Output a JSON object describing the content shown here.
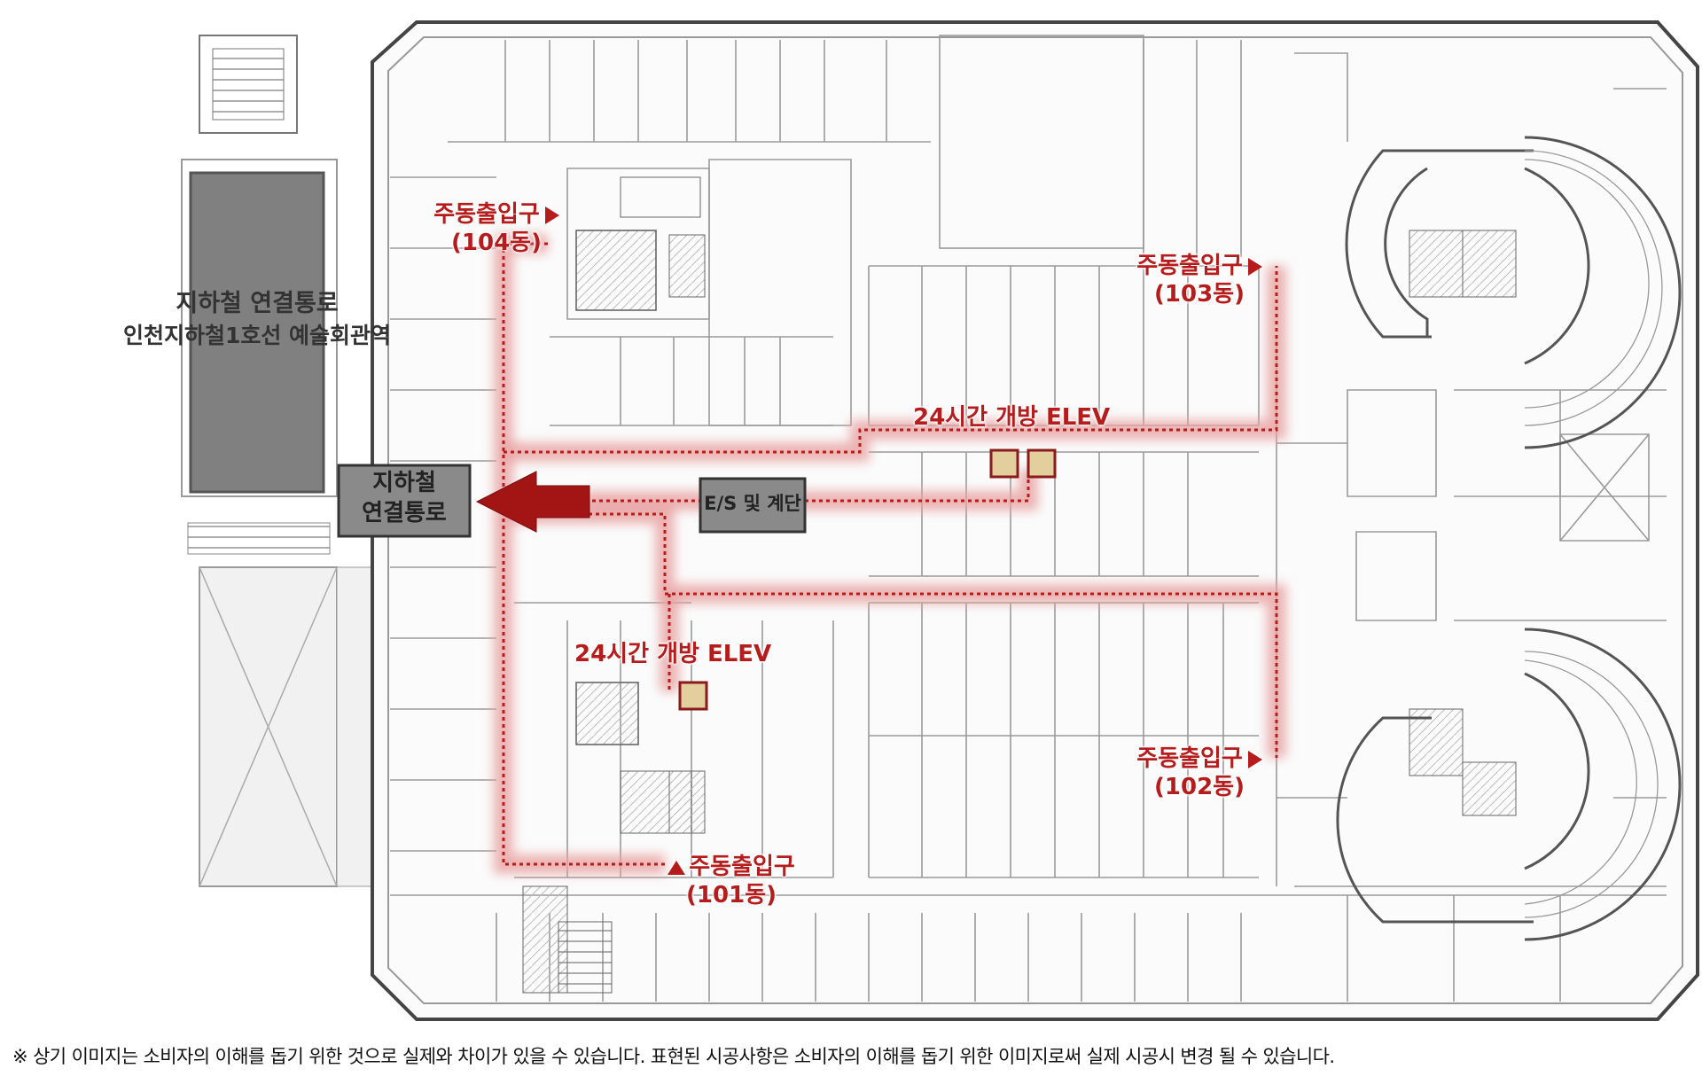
{
  "labels": {
    "subway_station": "지하철 연결통로",
    "subway_line": "인천지하철1호선 예술회관역",
    "subway_passage_box": [
      "지하철",
      "연결통로"
    ],
    "escalator_box": "E/S 및 계단",
    "elev_24h": "24시간 개방 ELEV",
    "entrances": {
      "d104": [
        "주동출입구",
        "(104동)"
      ],
      "d103": [
        "주동출입구",
        "(103동)"
      ],
      "d102": [
        "주동출입구",
        "(102동)"
      ],
      "d101": [
        "주동출입구",
        "(101동)"
      ]
    }
  },
  "footnote": "※ 상기 이미지는 소비자의 이해를 돕기 위한 것으로 실제와 차이가 있을 수 있습니다. 표현된 시공사항은 소비자의 이해를 돕기 위한 이미지로써 실제 시공시 변경 될 수 있습니다.",
  "colors": {
    "route": "#b71c1c",
    "glow": "#e8a0a0",
    "elevator_fill": "#e3cf9e",
    "station_block": "#808080",
    "lines": "#8a8a8a"
  }
}
